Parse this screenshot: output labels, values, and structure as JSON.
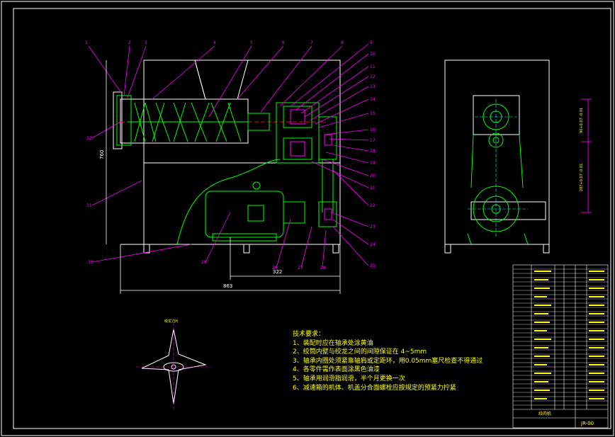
{
  "drawing": {
    "part_numbers_top": [
      "1",
      "2",
      "3",
      "4",
      "5",
      "6",
      "7",
      "8"
    ],
    "part_numbers_right": [
      "9",
      "10",
      "11",
      "12",
      "13",
      "14",
      "15",
      "16",
      "17",
      "18",
      "19",
      "20",
      "21",
      "22",
      "23",
      "24",
      "25"
    ],
    "part_numbers_bottom": [
      "26",
      "27",
      "28",
      "29"
    ],
    "part_numbers_left": [
      "32",
      "31",
      "30"
    ],
    "dim_overall_length": "863",
    "dim_motor_span": "322",
    "dim_height": "760",
    "side_view_dims": [
      "90+0.07 -0.01",
      "287+0.07 -0.01"
    ],
    "colors": {
      "frame": "#ffffff",
      "leader": "#ff00ff",
      "part": "#00ff00",
      "dim": "#00ffff",
      "text": "#ffff00",
      "accent": "#ff0000"
    }
  },
  "requirements": {
    "title": "技术要求：",
    "items": [
      "1、装配时应在轴承处涂黄油",
      "2、绞筒内壁与绞龙之间的间隙保证在 4~5mm",
      "3、轴承内圈处须紧靠轴肩或定距环，用0.05mm塞尺检查不得通过",
      "4、各零件需作表面涂黑色油漆",
      "5、轴承用润滑脂润滑，半个月更换一次",
      "6、减速箱的机体、机盖分合面螺栓应按规定的预紧力拧紧"
    ]
  },
  "detail_label": "绞龙刀片",
  "title_block": {
    "drawing_name": "绞肉机",
    "drawing_no": "JR-00"
  }
}
